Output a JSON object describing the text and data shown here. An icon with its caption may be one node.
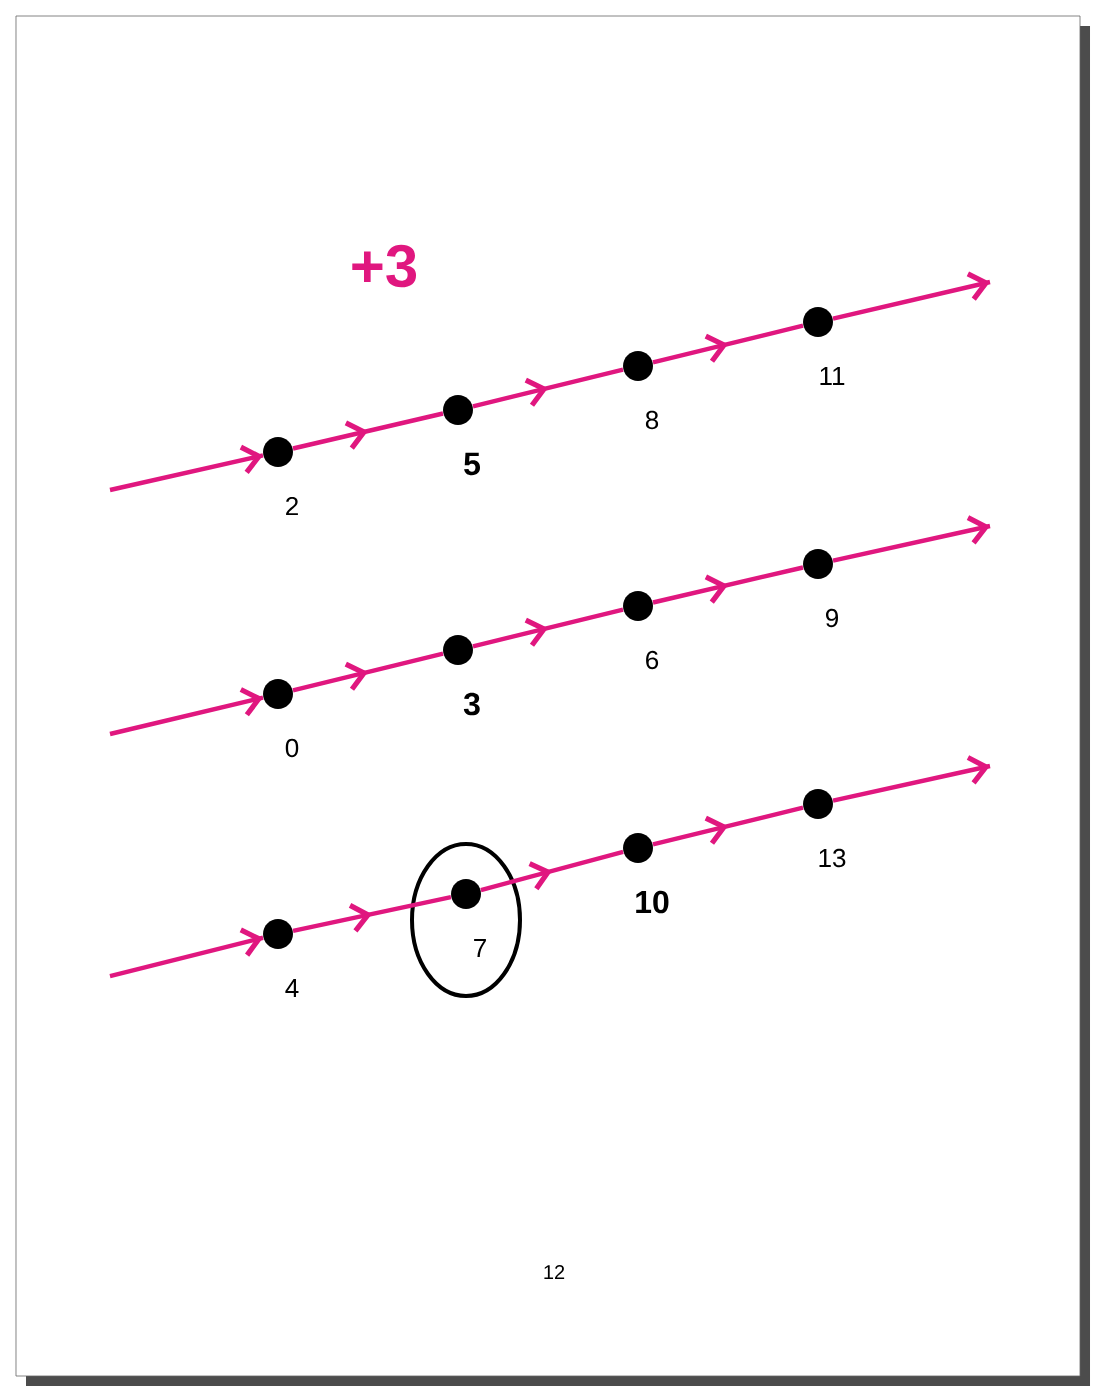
{
  "diagram": {
    "title": "+3",
    "nodes": [
      {
        "text": [],
        "shape": "circle",
        "beside": [
          "2"
        ]
      },
      {
        "text": [],
        "shape": "circle",
        "beside": [
          "5"
        ]
      },
      {
        "text": [],
        "shape": "circle",
        "beside": [
          "8"
        ]
      },
      {
        "text": [],
        "shape": "circle",
        "beside": [
          "11"
        ]
      },
      {
        "text": [],
        "shape": "circle",
        "beside": [
          "0"
        ]
      },
      {
        "text": [],
        "shape": "circle",
        "beside": [
          "3"
        ]
      },
      {
        "text": [],
        "shape": "circle",
        "beside": [
          "6"
        ]
      },
      {
        "text": [],
        "shape": "circle",
        "beside": [
          "9"
        ]
      },
      {
        "text": [],
        "shape": "circle",
        "beside": [
          "4"
        ]
      },
      {
        "text": [],
        "shape": "ellipse"
      },
      {
        "text": [],
        "shape": "circle",
        "beside": [
          "7"
        ],
        "in": 9
      },
      {
        "text": [],
        "shape": "circle",
        "beside": [
          "10"
        ]
      },
      {
        "text": [],
        "shape": "circle",
        "beside": [
          "13"
        ]
      }
    ],
    "edges": [
      {
        "from": null,
        "to": 0,
        "arrow": "to"
      },
      {
        "from": 0,
        "to": 1,
        "arrow": "to"
      },
      {
        "from": 1,
        "to": 2,
        "arrow": "to"
      },
      {
        "from": 2,
        "to": 3,
        "arrow": "to"
      },
      {
        "from": 3,
        "to": null,
        "arrow": "to"
      },
      {
        "from": null,
        "to": 4,
        "arrow": "to"
      },
      {
        "from": 4,
        "to": 5,
        "arrow": "to"
      },
      {
        "from": 5,
        "to": 6,
        "arrow": "to"
      },
      {
        "from": 6,
        "to": 7,
        "arrow": "to"
      },
      {
        "from": 7,
        "to": null,
        "arrow": "to"
      },
      {
        "from": null,
        "to": 8,
        "arrow": "to"
      },
      {
        "from": 8,
        "to": 10,
        "arrow": "to"
      },
      {
        "from": 10,
        "to": 11,
        "arrow": "to"
      },
      {
        "from": 11,
        "to": 12,
        "arrow": "to"
      },
      {
        "from": 12,
        "to": null,
        "arrow": "to"
      }
    ],
    "labels": [
      "12"
    ]
  }
}
